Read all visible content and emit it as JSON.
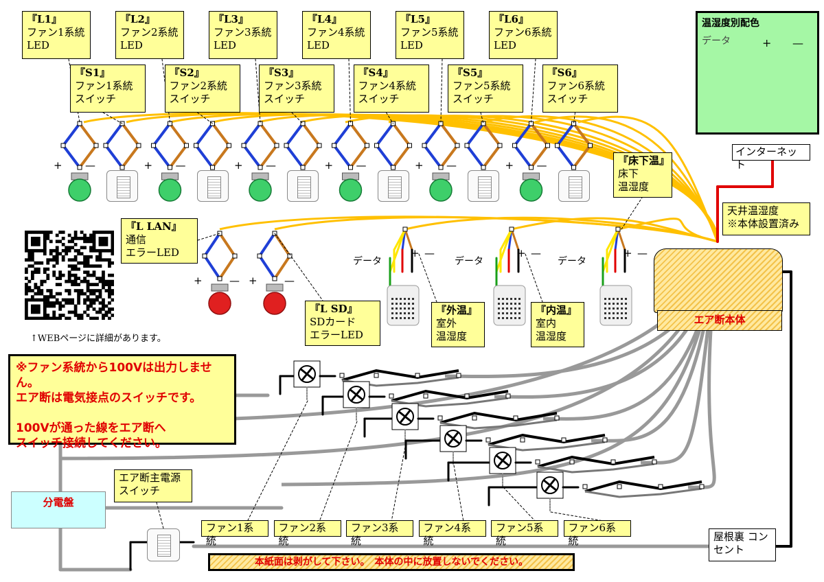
{
  "top_leds": [
    {
      "tag": "『L1』",
      "line1": "ファン1系統",
      "line2": "LED"
    },
    {
      "tag": "『L2』",
      "line1": "ファン2系統",
      "line2": "LED"
    },
    {
      "tag": "『L3』",
      "line1": "ファン3系統",
      "line2": "LED"
    },
    {
      "tag": "『L4』",
      "line1": "ファン4系統",
      "line2": "LED"
    },
    {
      "tag": "『L5』",
      "line1": "ファン5系統",
      "line2": "LED"
    },
    {
      "tag": "『L6』",
      "line1": "ファン6系統",
      "line2": "LED"
    }
  ],
  "top_switches": [
    {
      "tag": "『S1』",
      "line1": "ファン1系統",
      "line2": "スイッチ"
    },
    {
      "tag": "『S2』",
      "line1": "ファン2系統",
      "line2": "スイッチ"
    },
    {
      "tag": "『S3』",
      "line1": "ファン3系統",
      "line2": "スイッチ"
    },
    {
      "tag": "『S4』",
      "line1": "ファン4系統",
      "line2": "スイッチ"
    },
    {
      "tag": "『S5』",
      "line1": "ファン5系統",
      "line2": "スイッチ"
    },
    {
      "tag": "『S6』",
      "line1": "ファン6系統",
      "line2": "スイッチ"
    }
  ],
  "plus": "+",
  "minus": "—",
  "data_label": "データ",
  "legend": {
    "title": "温湿度別配色",
    "data": "データ",
    "plus": "+",
    "minus": "—"
  },
  "internet": "インターネット",
  "underfloor": {
    "tag": "『床下温』",
    "line1": "床下",
    "line2": "温湿度"
  },
  "ceiling": {
    "line1": "天井温湿度",
    "line2": "※本体設置済み"
  },
  "lan": {
    "tag": "『L LAN』",
    "line1": "通信",
    "line2": "エラーLED"
  },
  "sd": {
    "tag": "『L SD』",
    "line1": "SDカード",
    "line2": "エラーLED"
  },
  "outdoor": {
    "tag": "『外温』",
    "line1": "室外",
    "line2": "温湿度"
  },
  "indoor": {
    "tag": "『内温』",
    "line1": "室内",
    "line2": "温湿度"
  },
  "main_unit": "エア断本体",
  "qr_note": "↑WEBページに詳細があります。",
  "warning": {
    "l1": "※ファン系統から100Vは出力しません。",
    "l2": "エア断は電気接点のスイッチです。",
    "l3": "100Vが通った線をエア断へ",
    "l4": "スイッチ接続してください。"
  },
  "panel": "分電盤",
  "main_switch": {
    "line1": "エア断主電源",
    "line2": "スイッチ"
  },
  "fan_systems": [
    "ファン1系統",
    "ファン2系統",
    "ファン3系統",
    "ファン4系統",
    "ファン5系統",
    "ファン6系統"
  ],
  "outlet": {
    "line1": "屋根裏",
    "line2": "コンセント"
  },
  "footer": "本紙面は剥がして下さい。　本体の中に放置しないでください。",
  "colors": {
    "yellow_wire": "#ffc000",
    "gray_wire": "#999999",
    "blue": "#1f3fd6",
    "orange": "#c8781e",
    "red": "#e00000",
    "green": "#1aa01a",
    "label": "#ffff99",
    "legend": "#a5f7a5"
  }
}
